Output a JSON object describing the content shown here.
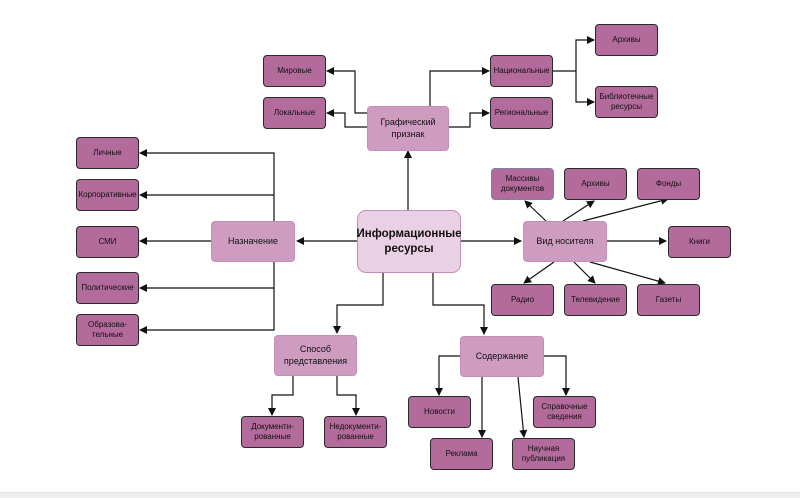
{
  "diagram": {
    "root": "Информационные ресурсы",
    "categories": {
      "graphic": "Графический признак",
      "purpose": "Назначение",
      "carrier": "Вид носителя",
      "method": "Способ представления",
      "content": "Содержание"
    },
    "graphic_items": {
      "world": "Мировые",
      "local": "Локальные",
      "national": "Национальные",
      "regional": "Региональные",
      "archives": "Архивы",
      "library": "Библиотечные ресурсы"
    },
    "purpose_items": {
      "personal": "Личные",
      "corporate": "Корпоративные",
      "media": "СМИ",
      "political": "Политические",
      "educational": "Образова-тельные"
    },
    "carrier_items": {
      "doc_arrays": "Массивы документов",
      "archives": "Архивы",
      "funds": "Фонды",
      "books": "Книги",
      "radio": "Радио",
      "tv": "Телевидение",
      "newspapers": "Газеты"
    },
    "method_items": {
      "documentary": "Документи-рованные",
      "non_documentary": "Недокументи-рованные"
    },
    "content_items": {
      "news": "Новости",
      "advert": "Реклама",
      "scientific": "Научная публикация",
      "reference": "Справочные сведения"
    }
  }
}
